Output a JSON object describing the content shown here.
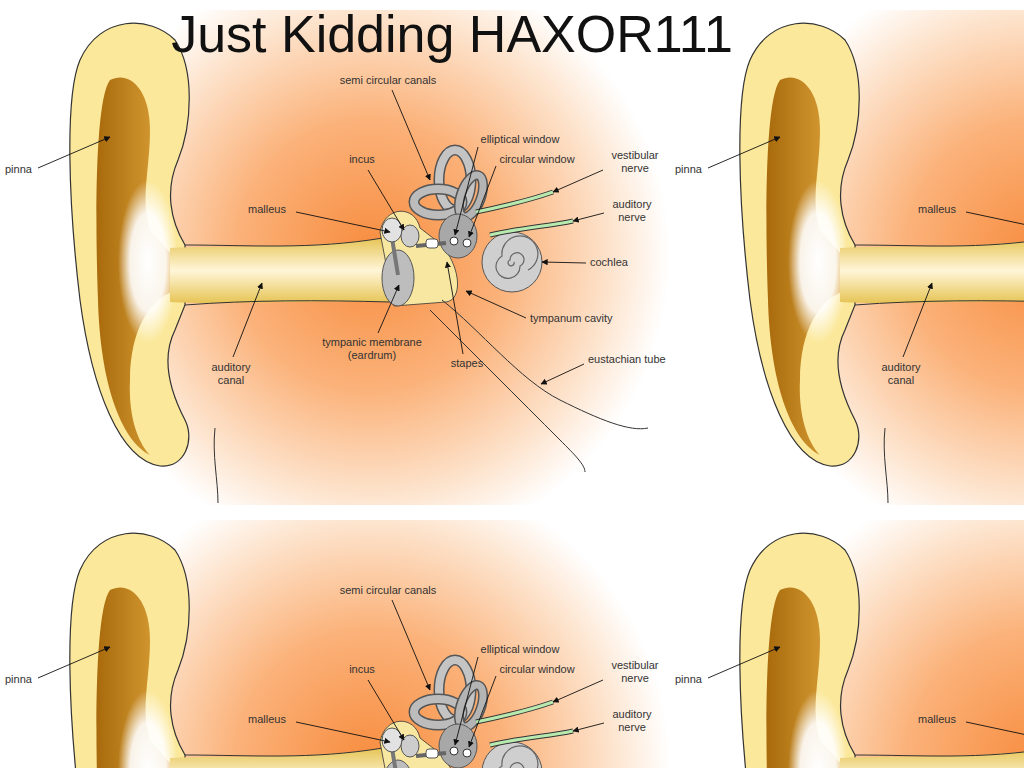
{
  "diagram": {
    "title": "Just Kidding HAXOR111",
    "labels": [
      "pinna",
      "semi circular canals",
      "incus",
      "malleus",
      "elliptical window",
      "circular window",
      "vestibular nerve",
      "auditory nerve",
      "cochlea",
      "tympanum cavity",
      "tympanic membrane (eardrum)",
      "stapes",
      "eustachian tube",
      "auditory canal",
      "pinna",
      "malleus",
      "auditory canal",
      "pinna",
      "semi circular canals",
      "incus",
      "malleus",
      "elliptical window",
      "circular window",
      "vestibular nerve",
      "auditory nerve",
      "pinna",
      "malleus"
    ]
  }
}
